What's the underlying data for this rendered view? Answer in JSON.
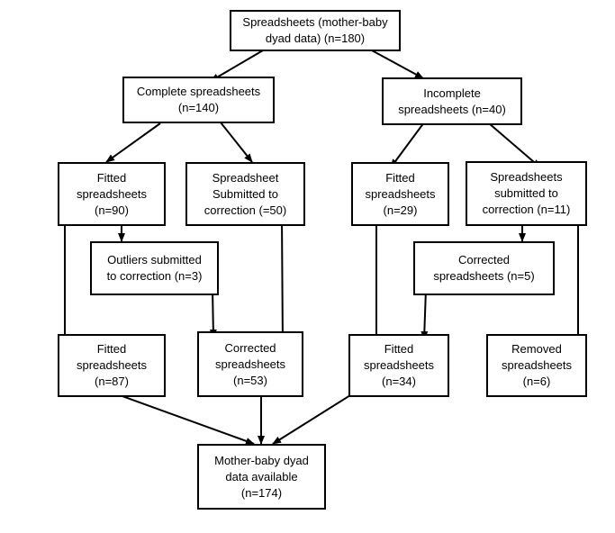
{
  "nodes": [
    {
      "id": "n0",
      "name": "node-spreadsheets-total",
      "lines": [
        "Spreadsheets (mother-baby",
        "dyad data) (n=180)"
      ]
    },
    {
      "id": "n1",
      "name": "node-complete-spreadsheets",
      "lines": [
        "Complete spreadsheets",
        "(n=140)"
      ]
    },
    {
      "id": "n2",
      "name": "node-incomplete-spreadsheets",
      "lines": [
        "Incomplete",
        "spreadsheets (n=40)"
      ]
    },
    {
      "id": "n3",
      "name": "node-fitted-spreadsheets-90",
      "lines": [
        "Fitted",
        "spreadsheets",
        "(n=90)"
      ]
    },
    {
      "id": "n4",
      "name": "node-spreadsheet-submitted-50",
      "lines": [
        "Spreadsheet",
        "Submitted to",
        "correction (=50)"
      ]
    },
    {
      "id": "n5",
      "name": "node-fitted-spreadsheets-29",
      "lines": [
        "Fitted",
        "spreadsheets",
        "(n=29)"
      ]
    },
    {
      "id": "n6",
      "name": "node-spreadsheets-submitted-11",
      "lines": [
        "Spreadsheets",
        "submitted to",
        "correction (n=11)"
      ]
    },
    {
      "id": "n7",
      "name": "node-outliers-submitted",
      "lines": [
        "Outliers submitted",
        "to correction (n=3)"
      ]
    },
    {
      "id": "n8",
      "name": "node-corrected-spreadsheets-5",
      "lines": [
        "Corrected",
        "spreadsheets (n=5)"
      ]
    },
    {
      "id": "n9",
      "name": "node-fitted-spreadsheets-87",
      "lines": [
        "Fitted",
        "spreadsheets",
        "(n=87)"
      ]
    },
    {
      "id": "n10",
      "name": "node-corrected-spreadsheets-53",
      "lines": [
        "Corrected",
        "spreadsheets",
        "(n=53)"
      ]
    },
    {
      "id": "n11",
      "name": "node-fitted-spreadsheets-34",
      "lines": [
        "Fitted",
        "spreadsheets",
        "(n=34)"
      ]
    },
    {
      "id": "n12",
      "name": "node-removed-spreadsheets",
      "lines": [
        "Removed",
        "spreadsheets",
        "(n=6)"
      ]
    },
    {
      "id": "n13",
      "name": "node-data-available",
      "lines": [
        "Mother-baby dyad",
        "data available",
        "(n=174)"
      ]
    }
  ],
  "edges": [
    {
      "from": "n0",
      "to": "n1"
    },
    {
      "from": "n0",
      "to": "n2"
    },
    {
      "from": "n1",
      "to": "n3"
    },
    {
      "from": "n1",
      "to": "n4"
    },
    {
      "from": "n2",
      "to": "n5"
    },
    {
      "from": "n2",
      "to": "n6"
    },
    {
      "from": "n3",
      "to": "n7"
    },
    {
      "from": "n3",
      "to": "n9"
    },
    {
      "from": "n7",
      "to": "n10"
    },
    {
      "from": "n4",
      "to": "n10"
    },
    {
      "from": "n6",
      "to": "n8"
    },
    {
      "from": "n8",
      "to": "n11"
    },
    {
      "from": "n5",
      "to": "n11"
    },
    {
      "from": "n6",
      "to": "n12"
    },
    {
      "from": "n9",
      "to": "n13"
    },
    {
      "from": "n10",
      "to": "n13"
    },
    {
      "from": "n11",
      "to": "n13"
    }
  ]
}
